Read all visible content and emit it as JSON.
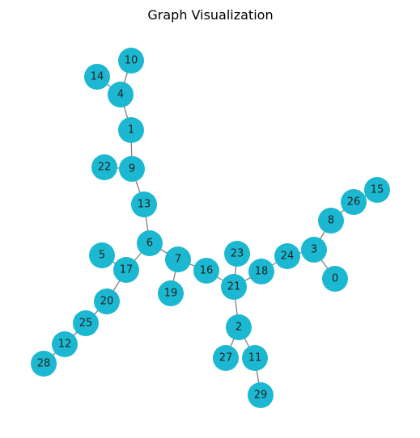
{
  "title": "Graph Visualization",
  "node_color": "#1cb8d1",
  "edge_color": "#808080",
  "nodes": [
    "0",
    "1",
    "2",
    "3",
    "4",
    "5",
    "6",
    "7",
    "8",
    "9",
    "10",
    "11",
    "12",
    "13",
    "14",
    "15",
    "16",
    "17",
    "18",
    "19",
    "20",
    "21",
    "22",
    "23",
    "24",
    "25",
    "26",
    "27",
    "28",
    "29"
  ],
  "edges": [
    [
      "10",
      "4"
    ],
    [
      "14",
      "4"
    ],
    [
      "4",
      "1"
    ],
    [
      "1",
      "9"
    ],
    [
      "22",
      "9"
    ],
    [
      "9",
      "13"
    ],
    [
      "13",
      "6"
    ],
    [
      "6",
      "17"
    ],
    [
      "6",
      "7"
    ],
    [
      "17",
      "5"
    ],
    [
      "17",
      "20"
    ],
    [
      "20",
      "25"
    ],
    [
      "25",
      "12"
    ],
    [
      "12",
      "28"
    ],
    [
      "7",
      "19"
    ],
    [
      "7",
      "16"
    ],
    [
      "16",
      "21"
    ],
    [
      "21",
      "23"
    ],
    [
      "21",
      "18"
    ],
    [
      "21",
      "2"
    ],
    [
      "18",
      "24"
    ],
    [
      "24",
      "3"
    ],
    [
      "3",
      "0"
    ],
    [
      "3",
      "8"
    ],
    [
      "8",
      "26"
    ],
    [
      "26",
      "15"
    ],
    [
      "2",
      "27"
    ],
    [
      "2",
      "11"
    ],
    [
      "11",
      "29"
    ]
  ]
}
